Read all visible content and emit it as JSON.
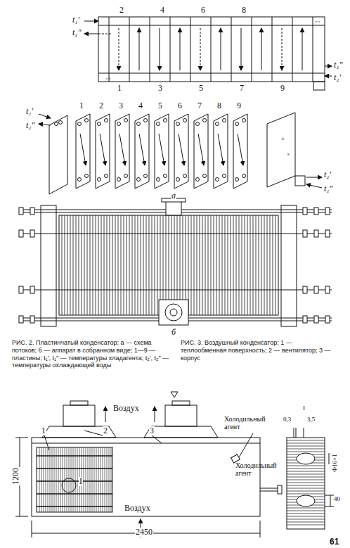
{
  "diagram": {
    "labels": [
      "2",
      "4",
      "6",
      "8",
      "t₁′",
      "t₂″",
      "1",
      "3",
      "5",
      "7",
      "9",
      "t₁″",
      "t₂′",
      "t₁′",
      "t₂″",
      "1",
      "2",
      "3",
      "4",
      "5",
      "6",
      "7",
      "8",
      "9",
      "t₂′",
      "t₁″",
      "а",
      "б",
      "РИС. 2. Пластинчатый конденсатор: а — схема потоков; б — аппарат в собранном виде; 1—9 — пластины; t₁′, t₁″ — температуры хладагента; t₂′, t₂″ — температуры охлаждающей воды",
      "РИС. 3. Воздушный конденсатор: 1 — теплообменная поверхность; 2 — вентилятор; 3 — корпус",
      "Воздух",
      "1",
      "2",
      "3",
      "I",
      "Воздух",
      "1200",
      "2450",
      "I",
      "0,3",
      "3,5",
      "Ф16×1",
      "40",
      "Холодильный агент",
      "Холодильный агент",
      "61"
    ]
  }
}
